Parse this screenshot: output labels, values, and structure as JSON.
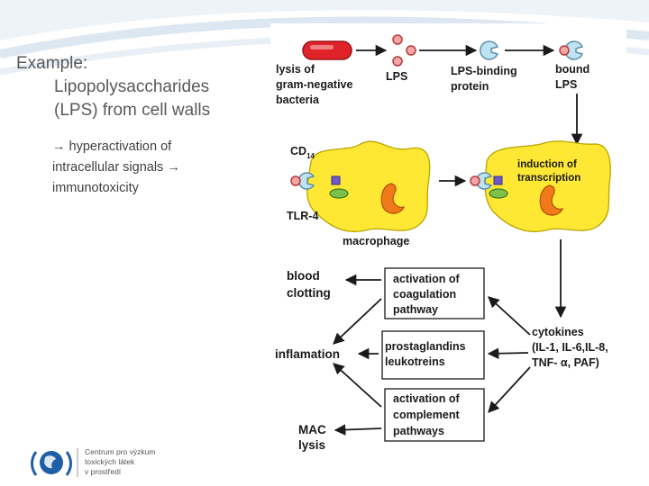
{
  "slide": {
    "title_line1": "Example:",
    "title_line2": "Lipopolysaccharides",
    "title_line3": "(LPS) from cell walls",
    "subtext_line1": "→ hyperactivation of",
    "subtext_line2": "intracellular signals →",
    "subtext_line3": "immunotoxicity"
  },
  "diagram": {
    "lysis_label": [
      "lysis of",
      "gram-negative",
      "bacteria"
    ],
    "lps_label": "LPS",
    "lps_binding_label": [
      "LPS-binding",
      "protein"
    ],
    "bound_lps_label": [
      "bound",
      "LPS"
    ],
    "cd14_label": "CD",
    "cd14_sub": "14",
    "tlr4_label": "TLR-4",
    "macrophage_label": "macrophage",
    "induction_label": [
      "induction of",
      "transcription"
    ],
    "blood_label": [
      "blood",
      "clotting"
    ],
    "inflammation_label": "inflamation",
    "mac_label": [
      "MAC",
      "lysis"
    ],
    "coag_box": [
      "activation of",
      "coagulation",
      "pathway"
    ],
    "prost_box": [
      "prostaglandins",
      "leukotreins"
    ],
    "compl_box": [
      "activation of",
      "complement",
      "pathways"
    ],
    "cytokines_label": [
      "cytokines",
      "(IL-1, IL-6,IL-8,",
      "TNF- α, PAF)"
    ]
  },
  "logo": {
    "line1": "Centrum pro výzkum",
    "line2": "toxických látek",
    "line3": "v prostředí"
  },
  "colors": {
    "accent_red": "#e0232a",
    "macrophage_yellow": "#ffe833",
    "nucleus_orange": "#f07a1a",
    "receptor_blue": "#bfe3f2",
    "text_dark": "#1a1a1a"
  }
}
